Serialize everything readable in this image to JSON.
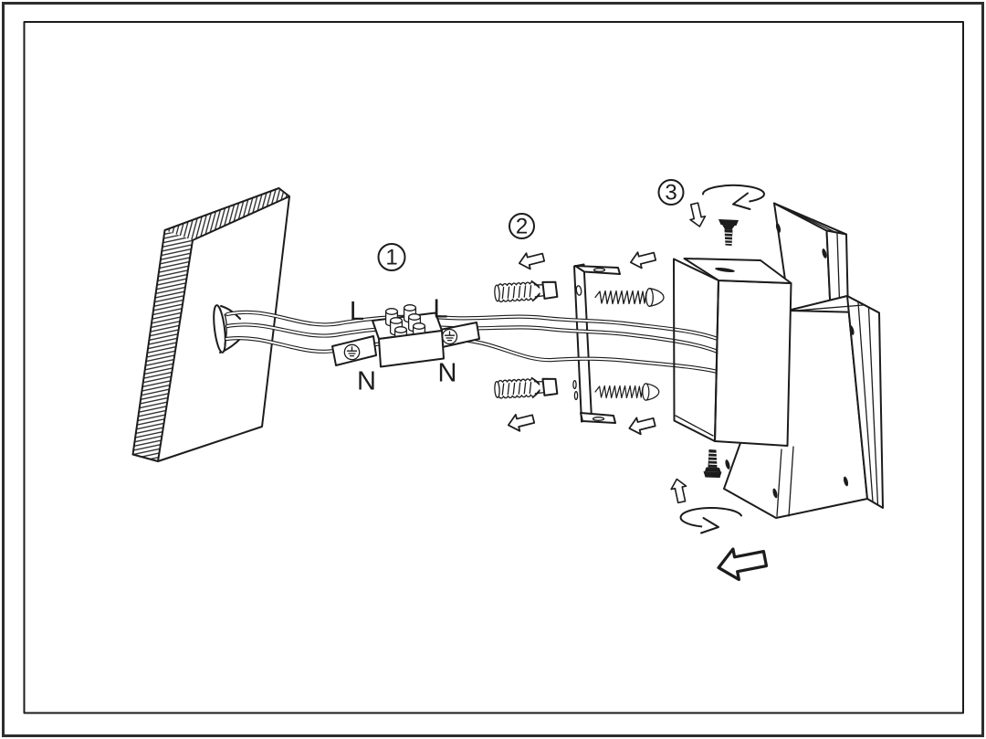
{
  "colors": {
    "background": "#ffffff",
    "ink": "#1c1c1c",
    "frame": "#2d2d2d"
  },
  "labels": {
    "step_1": "1",
    "step_2": "2",
    "step_3": "3",
    "live_left": "L",
    "live_right": "L",
    "neutral_left": "N",
    "neutral_right": "N"
  },
  "icons": {
    "wall": "hatched-wall-section",
    "cable": "three-wire-mains-cable",
    "earth_contact": "earth-ground-symbol",
    "connector": "terminal-block-six-screws",
    "anchor": "wall-plug-anchor",
    "screw": "pan-head-screw",
    "bracket": "mounting-bracket",
    "box": "junction-box-canopy",
    "locking_screw": "countersunk-screw",
    "plates": "fixture-back-plates",
    "arrow_left": "left-block-arrow",
    "arrow_down": "down-block-arrow",
    "arrow_up": "up-block-arrow",
    "arrow_rotate": "rotation-arrow",
    "arrow_final": "large-left-block-arrow"
  }
}
